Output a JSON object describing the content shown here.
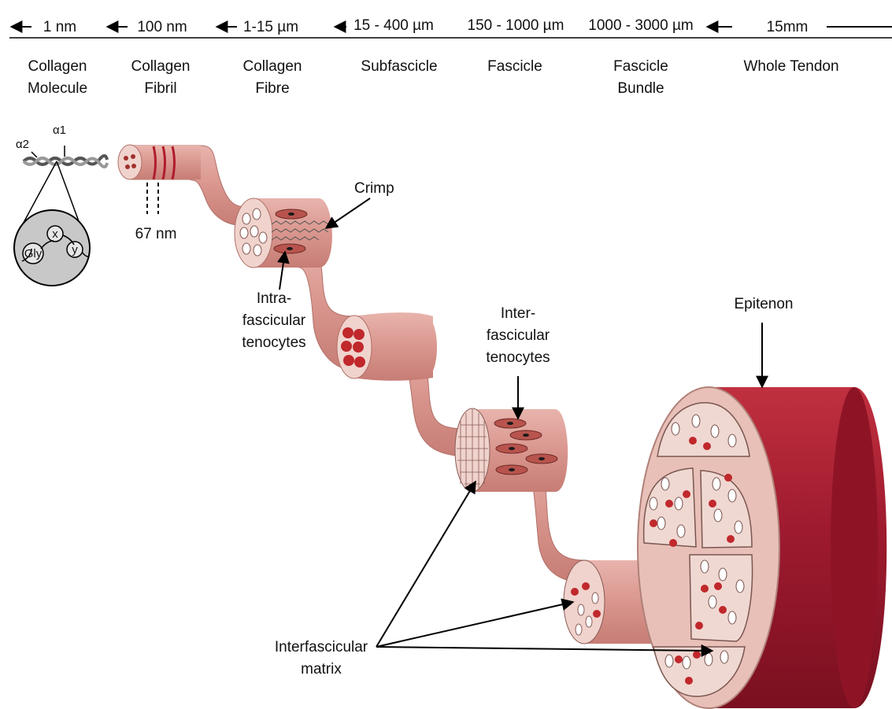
{
  "scale_labels": [
    "1 nm",
    "100 nm",
    "1-15 µm",
    "15 - 400 µm",
    "150 - 1000 µm",
    "1000 - 3000 µm",
    "15mm"
  ],
  "level_names": [
    [
      "Collagen",
      "Molecule"
    ],
    [
      "Collagen",
      "Fibril"
    ],
    [
      "Collagen",
      "Fibre"
    ],
    [
      "Subfascicle"
    ],
    [
      "Fascicle"
    ],
    [
      "Fascicle",
      "Bundle"
    ],
    [
      "Whole Tendon"
    ]
  ],
  "molecule": {
    "alpha2": "α2",
    "alpha1": "α1",
    "x": "x",
    "y": "y",
    "gly": "Gly"
  },
  "fibril_period": "67 nm",
  "crimp": "Crimp",
  "intra": [
    "Intra-",
    "fascicular",
    "tenocytes"
  ],
  "inter": [
    "Inter-",
    "fascicular",
    "tenocytes"
  ],
  "epitenon": "Epitenon",
  "matrix": [
    "Interfascicular",
    "matrix"
  ],
  "colors": {
    "tissue": "#d99a94",
    "tissue_light": "#f0d3cd",
    "tendon": "#b3223a",
    "cell": "#c0392b",
    "nucleus": "#1a1a1a"
  }
}
